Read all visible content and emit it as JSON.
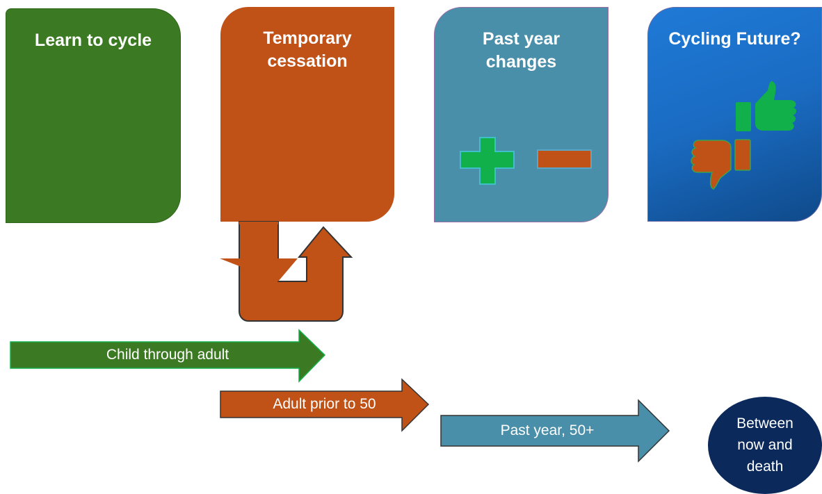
{
  "panels": {
    "learn": {
      "line1": "Learn to cycle"
    },
    "temporary": {
      "line1": "Temporary",
      "line2": "cessation"
    },
    "past": {
      "line1": "Past year",
      "line2": "changes"
    },
    "future": {
      "line1": "Cycling Future?"
    }
  },
  "icons": {
    "plus": "plus-icon",
    "minus": "minus-icon",
    "thumbs_up": "thumbs-up-icon",
    "thumbs_down": "thumbs-down-icon",
    "u_turn": "u-turn-arrow"
  },
  "timeline": {
    "child": "Child through adult",
    "adult": "Adult prior to 50",
    "past": "Past year, 50+",
    "end": "Between now and death",
    "end_lines": [
      "Between",
      "now and",
      "death"
    ]
  },
  "colors": {
    "green": "#3b7a23",
    "orange": "#c05117",
    "teal": "#4a8fa9",
    "blue": "#1f7ad6",
    "navy": "#0b2a5b",
    "bright_green": "#12b04a"
  }
}
